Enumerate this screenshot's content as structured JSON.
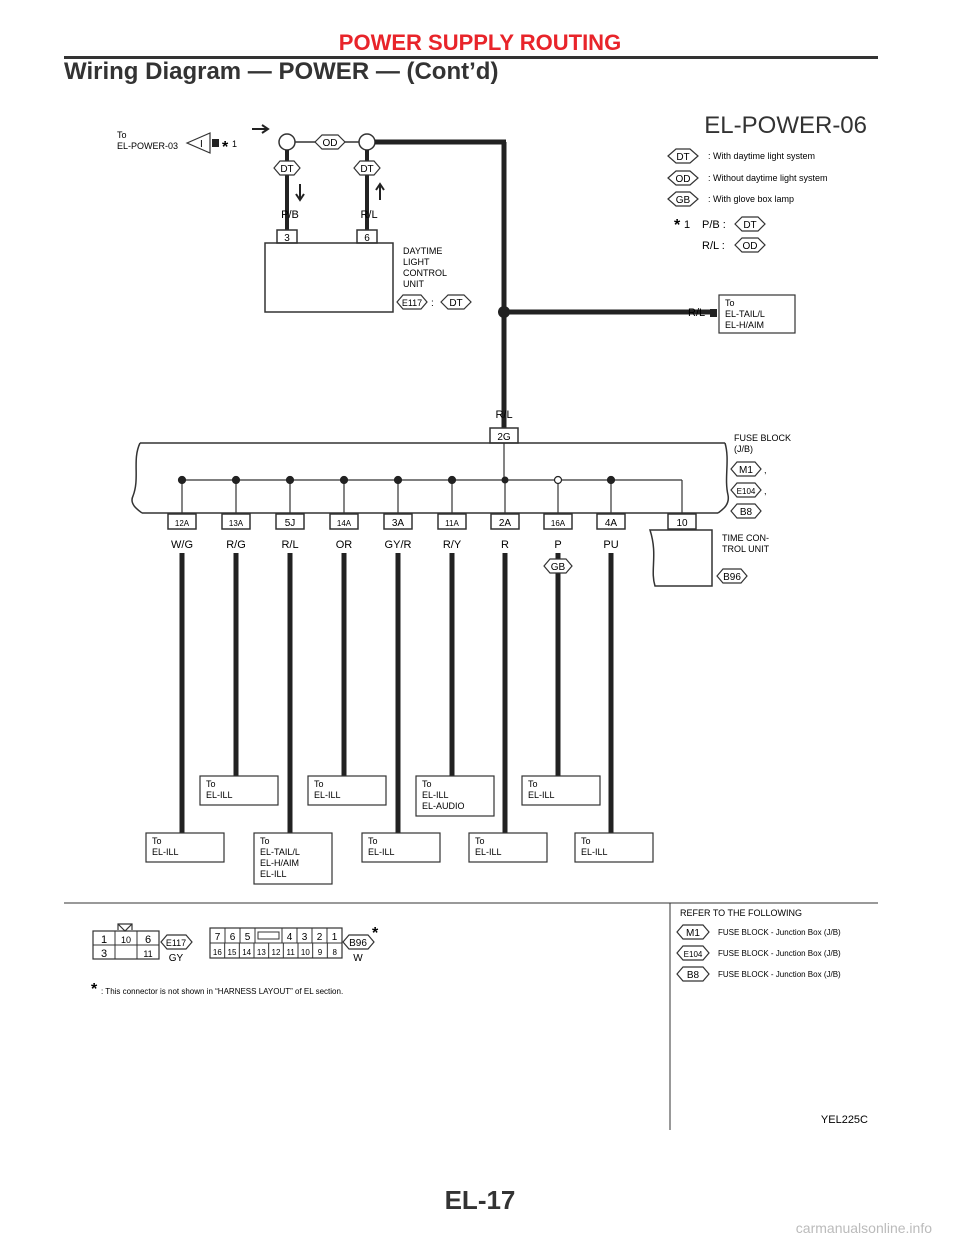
{
  "header": {
    "title": "POWER SUPPLY ROUTING",
    "subtitle": "Wiring Diagram — POWER — (Cont’d)"
  },
  "diagram_id": "EL-POWER-06",
  "footer": {
    "page": "EL-17",
    "figure_code": "YEL225C",
    "watermark": "carmanualsonline.info"
  },
  "legend": {
    "dt": "DT",
    "dt_text": ": With daytime light system",
    "od": "OD",
    "od_text": ": Without daytime light system",
    "gb": "GB",
    "gb_text": ": With glove box lamp",
    "star1": "1",
    "pb_label": "P/B :",
    "pb_opt": "DT",
    "rl_label": "R/L :",
    "rl_opt": "OD"
  },
  "top": {
    "to_line1": "To",
    "to_line2": "EL-POWER-03",
    "conn_letter": "I",
    "star_num": "1",
    "od": "OD",
    "dt_left": "DT",
    "dt_right": "DT",
    "wire_pb": "P/B",
    "wire_rl": "R/L",
    "pin3": "3",
    "pin6": "6",
    "dlcu_lines": [
      "DAYTIME",
      "LIGHT",
      "CONTROL",
      "UNIT"
    ],
    "e117": "E117",
    "colon": ":",
    "e117_opt": "DT",
    "rl_right": "R/L",
    "to_tail_lines": [
      "To",
      "EL-TAIL/L",
      "EL-H/AIM"
    ],
    "rl_main": "R/L",
    "main_pin": "2G"
  },
  "fuse_block": {
    "lines": [
      "FUSE BLOCK",
      "(J/B)"
    ],
    "conn1": "M1",
    "conn2": "E104",
    "conn3": "B8",
    "sep": ","
  },
  "time_control": {
    "lines": [
      "TIME CON-",
      "TROL UNIT"
    ],
    "conn": "B96",
    "pin": "10"
  },
  "wires": [
    {
      "pin": "12A",
      "color": "W/G",
      "to": [
        "To",
        "EL-ILL"
      ]
    },
    {
      "pin": "13A",
      "color": "R/G",
      "to": [
        "To",
        "EL-ILL"
      ]
    },
    {
      "pin": "5J",
      "color": "R/L",
      "to": [
        "To",
        "EL-TAIL/L",
        "EL-H/AIM",
        "EL-ILL"
      ]
    },
    {
      "pin": "14A",
      "color": "OR",
      "to": [
        "To",
        "EL-ILL"
      ]
    },
    {
      "pin": "3A",
      "color": "GY/R",
      "to": [
        "To",
        "EL-ILL"
      ]
    },
    {
      "pin": "11A",
      "color": "R/Y",
      "to": [
        "To",
        "EL-ILL",
        "EL-AUDIO"
      ]
    },
    {
      "pin": "2A",
      "color": "R",
      "to": [
        "To",
        "EL-ILL"
      ]
    },
    {
      "pin": "16A",
      "color": "P",
      "to": [
        "To",
        "EL-ILL"
      ],
      "option": "GB"
    },
    {
      "pin": "4A",
      "color": "PU",
      "to": [
        "To",
        "EL-ILL"
      ]
    }
  ],
  "connectors": {
    "e117": {
      "id": "E117",
      "color": "GY",
      "top": [
        "1",
        "10",
        "6"
      ],
      "bottom": [
        "3",
        "",
        "11"
      ]
    },
    "b96": {
      "id": "B96",
      "color": "W",
      "top": [
        "7",
        "6",
        "5",
        "",
        "4",
        "3",
        "2",
        "1"
      ],
      "bottom": [
        "16",
        "15",
        "14",
        "13",
        "12",
        "11",
        "10",
        "9",
        "8"
      ]
    }
  },
  "note": ": This connector is not shown in “HARNESS LAYOUT” of EL section.",
  "refer": {
    "title": "REFER TO THE FOLLOWING",
    "items": [
      {
        "conn": "M1",
        "text": "FUSE BLOCK - Junction Box (J/B)"
      },
      {
        "conn": "E104",
        "text": "FUSE BLOCK - Junction Box (J/B)"
      },
      {
        "conn": "B8",
        "text": "FUSE BLOCK - Junction Box (J/B)"
      }
    ]
  }
}
